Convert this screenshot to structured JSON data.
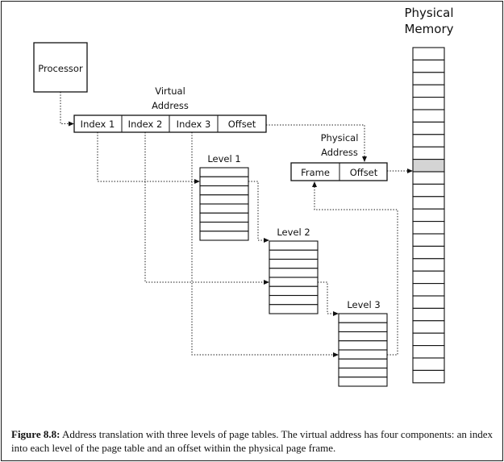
{
  "diagram": {
    "processor_label": "Processor",
    "virtual_address_label": [
      "Virtual",
      "Address"
    ],
    "virtual_fields": [
      "Index 1",
      "Index 2",
      "Index 3",
      "Offset"
    ],
    "physical_address_label": [
      "Physical",
      "Address"
    ],
    "physical_fields": [
      "Frame",
      "Offset"
    ],
    "level_labels": [
      "Level 1",
      "Level 2",
      "Level 3"
    ],
    "physical_memory_label": [
      "Physical",
      "Memory"
    ],
    "colors": {
      "stroke": "#111111",
      "highlight_frame": "#d4d4d4",
      "background": "#ffffff"
    }
  },
  "caption": {
    "label": "Figure 8.8:",
    "text": " Address translation with three levels of page tables. The virtual address has four components: an index into each level of the page table and an offset within the physical page frame."
  }
}
